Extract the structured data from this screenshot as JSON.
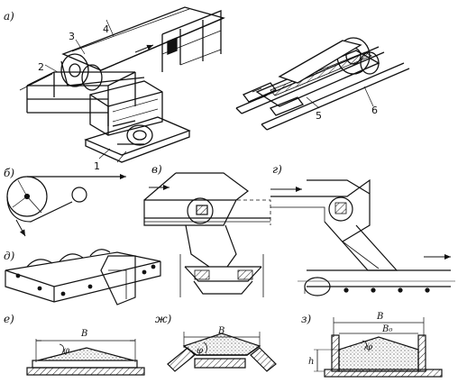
{
  "panels": {
    "a": "а)",
    "b": "б)",
    "v": "в)",
    "g": "г)",
    "d": "д)",
    "e": "е)",
    "zh": "ж)",
    "z": "з)"
  },
  "callouts": {
    "n1": "1",
    "n2": "2",
    "n3": "3",
    "n4": "4",
    "n5": "5",
    "n6": "6"
  },
  "dimensions": {
    "e_width": "B",
    "e_angle": "φ",
    "zh_width": "B",
    "zh_angle": "φ",
    "z_width": "B",
    "z_inner": "B₀",
    "z_angle": "φ",
    "z_height": "h"
  }
}
